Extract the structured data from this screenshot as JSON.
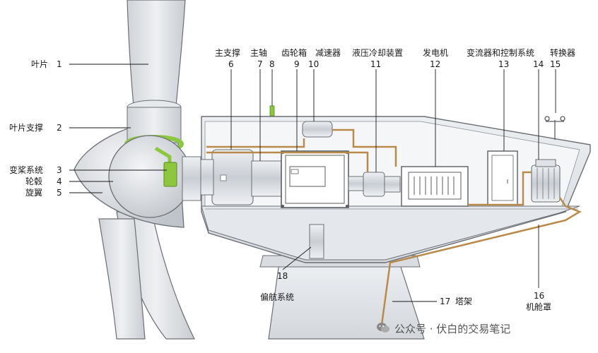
{
  "components": [
    {
      "id": 1,
      "label": "叶片",
      "number": "1"
    },
    {
      "id": 2,
      "label": "叶片支撑",
      "number": "2"
    },
    {
      "id": 3,
      "label": "变桨系统",
      "number": "3"
    },
    {
      "id": 4,
      "label": "轮毂",
      "number": "4"
    },
    {
      "id": 5,
      "label": "旋翼",
      "number": "5"
    },
    {
      "id": 6,
      "label": "主支撑",
      "number": "6"
    },
    {
      "id": 7,
      "label": "主轴",
      "number": "7"
    },
    {
      "id": 8,
      "label": "",
      "number": "8"
    },
    {
      "id": 9,
      "label": "齿轮箱",
      "number": "9"
    },
    {
      "id": 10,
      "label": "减速器",
      "number": "10"
    },
    {
      "id": 11,
      "label": "液压冷却装置",
      "number": "11"
    },
    {
      "id": 12,
      "label": "发电机",
      "number": "12"
    },
    {
      "id": 13,
      "label": "变流器和控制系统",
      "number": "13"
    },
    {
      "id": 14,
      "label": "",
      "number": "14"
    },
    {
      "id": 15,
      "label": "转换器",
      "number": "15"
    },
    {
      "id": 16,
      "label": "机舱罩",
      "number": "16"
    },
    {
      "id": 17,
      "label": "塔架",
      "number": "17"
    },
    {
      "id": 18,
      "label": "偏航系统",
      "number": "18"
    }
  ],
  "watermark": {
    "text": "公众号 · 伏白的交易笔记",
    "icon": "wechat-icon"
  },
  "colors": {
    "shell": "#dfe3e8",
    "shell_stroke": "#6b6f75",
    "green": "#8dc63f",
    "cable": "#b98a4a"
  }
}
